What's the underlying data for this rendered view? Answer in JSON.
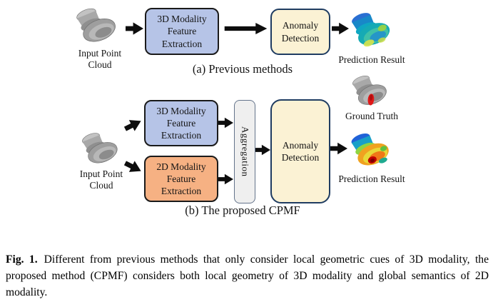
{
  "panel_a": {
    "label": "(a) Previous methods",
    "input_caption": "Input Point\nCloud",
    "feature_3d_label": "3D Modality\nFeature\nExtraction",
    "anomaly_label": "Anomaly\nDetection",
    "prediction_caption": "Prediction Result"
  },
  "panel_b": {
    "label": "(b) The proposed CPMF",
    "input_caption": "Input Point\nCloud",
    "feature_3d_label": "3D Modality\nFeature\nExtraction",
    "feature_2d_label": "2D Modality\nFeature\nExtraction",
    "aggregation_label": "Aggregation",
    "anomaly_label": "Anomaly\nDetection",
    "ground_truth_caption": "Ground Truth",
    "prediction_caption": "Prediction Result"
  },
  "figure_caption": {
    "tag": "Fig. 1.",
    "text": "Different from previous methods that only consider local geometric cues of 3D modality, the proposed method (CPMF) considers both local geometry of 3D modality and global semantics of 2D modality."
  },
  "colors": {
    "feature_3d_fill": "#b6c4e7",
    "feature_2d_fill": "#f6b183",
    "anomaly_fill": "#fbf2d4",
    "anomaly_border": "#1f3c61",
    "feature_border": "#1a1a1a",
    "aggregation_fill": "#efefef",
    "aggregation_border": "#64748b",
    "arrow_color": "#0d0d0d"
  }
}
